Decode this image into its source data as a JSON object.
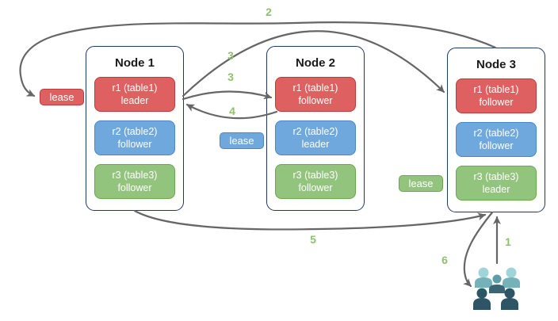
{
  "diagram": {
    "nodes": [
      {
        "title": "Node 1",
        "replicas": [
          {
            "label": "r1 (table1)",
            "role": "leader",
            "color": "red"
          },
          {
            "label": "r2 (table2)",
            "role": "follower",
            "color": "blue"
          },
          {
            "label": "r3 (table3)",
            "role": "follower",
            "color": "green"
          }
        ]
      },
      {
        "title": "Node 2",
        "replicas": [
          {
            "label": "r1 (table1)",
            "role": "follower",
            "color": "red"
          },
          {
            "label": "r2 (table2)",
            "role": "leader",
            "color": "blue"
          },
          {
            "label": "r3 (table3)",
            "role": "follower",
            "color": "green"
          }
        ]
      },
      {
        "title": "Node 3",
        "replicas": [
          {
            "label": "r1 (table1)",
            "role": "follower",
            "color": "red"
          },
          {
            "label": "r2 (table2)",
            "role": "follower",
            "color": "blue"
          },
          {
            "label": "r3 (table3)",
            "role": "leader",
            "color": "green"
          }
        ]
      }
    ],
    "leases": {
      "red": "lease",
      "blue": "lease",
      "green": "lease"
    },
    "steps": {
      "s1": "1",
      "s2": "2",
      "s3_long": "3",
      "s3_short": "3",
      "s4": "4",
      "s5": "5",
      "s6": "6"
    },
    "colors": {
      "red_fill": "#df6060",
      "red_border": "#c13a3a",
      "blue_fill": "#6fa8dc",
      "blue_border": "#4a86c8",
      "green_fill": "#93c47d",
      "green_border": "#69a84f",
      "node_border": "#1f3864",
      "arrow": "#666666",
      "step_label": "#8fbf6f",
      "users_light": "#9fd4d8",
      "users_mid": "#5d9da8",
      "users_dark": "#2d5566"
    }
  }
}
